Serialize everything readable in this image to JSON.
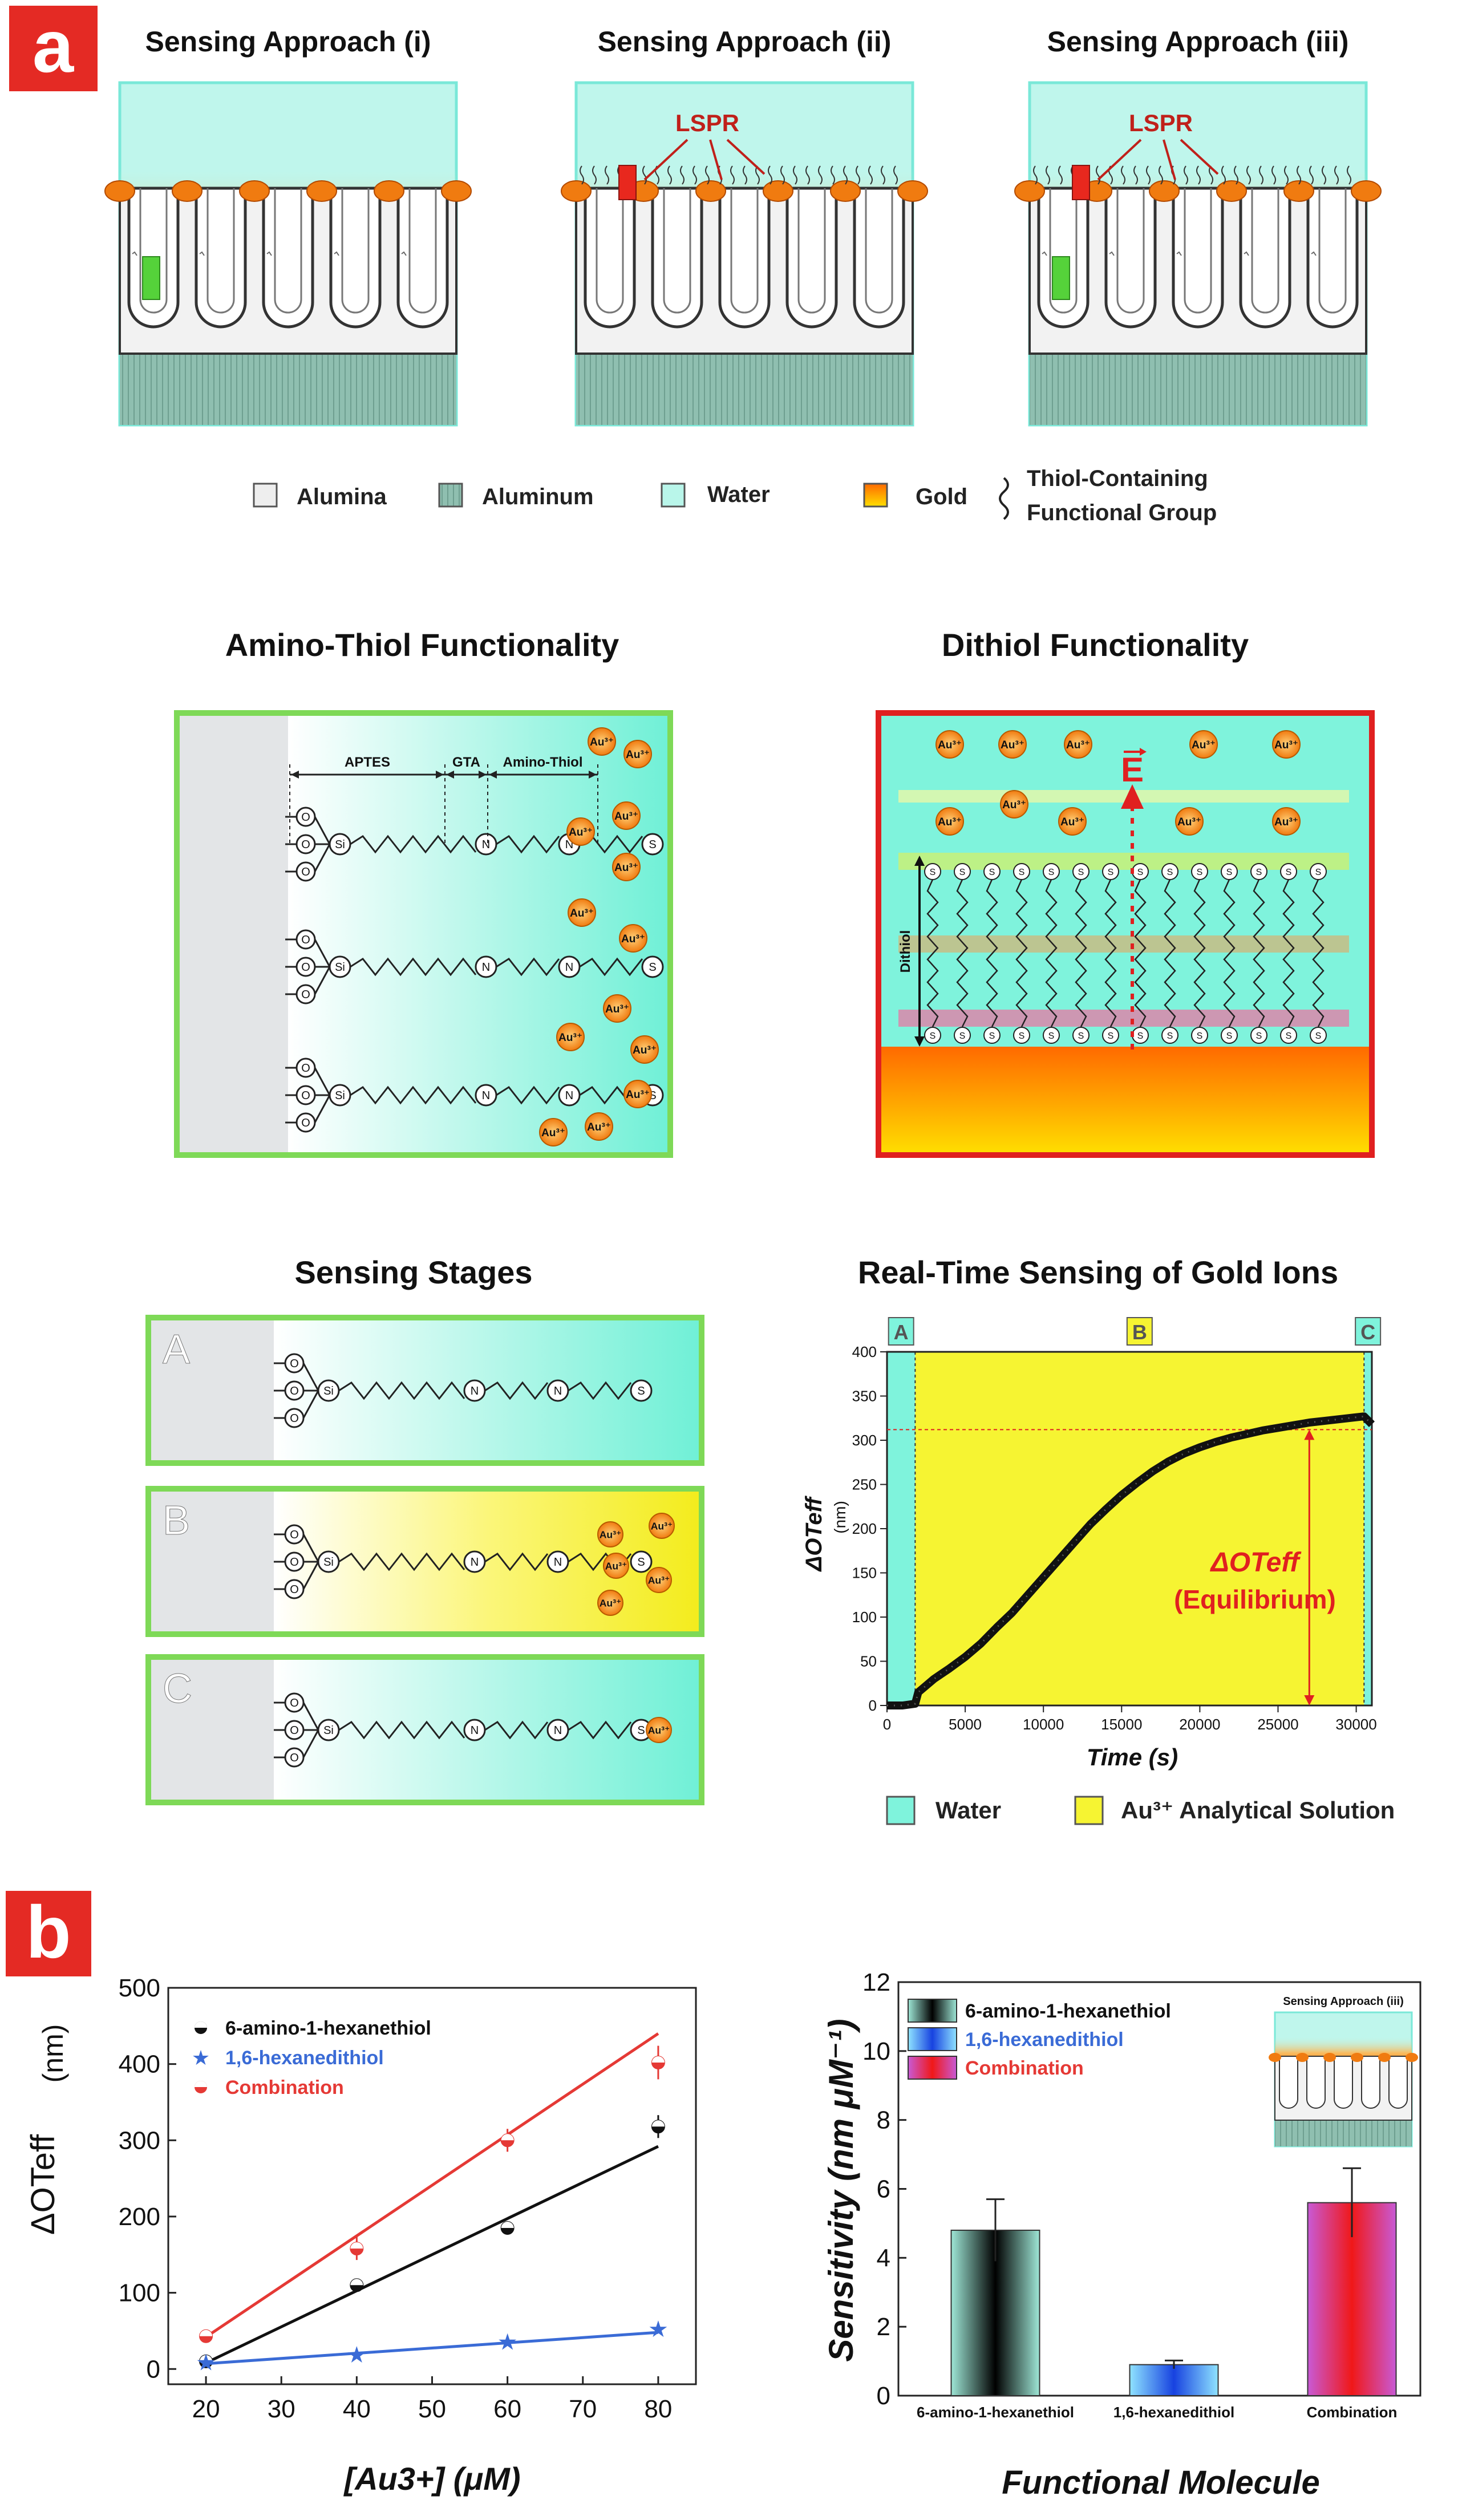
{
  "panel_a": {
    "badge": "a",
    "approach_titles": [
      "Sensing Approach (i)",
      "Sensing Approach (ii)",
      "Sensing Approach (iii)"
    ],
    "lspr_label": "LSPR",
    "legend": {
      "alumina": "Alumina",
      "aluminum": "Aluminum",
      "water": "Water",
      "gold": "Gold",
      "thiol_line1": "Thiol-Containing",
      "thiol_line2": "Functional Group"
    },
    "amino_thiol": {
      "title": "Amino-Thiol Functionality",
      "dim_aptes": "APTES",
      "dim_gta": "GTA",
      "dim_amino": "Amino-Thiol",
      "o": "O",
      "si": "Si",
      "n": "N",
      "s": "S",
      "ion": "Au³⁺"
    },
    "dithiol": {
      "title": "Dithiol Functionality",
      "field": "E",
      "side_label": "Dithiol",
      "ion": "Au³⁺",
      "s": "S"
    },
    "stages": {
      "title": "Sensing Stages",
      "labels": [
        "A",
        "B",
        "C"
      ],
      "ion": "Au³⁺"
    },
    "realtime": {
      "title": "Real-Time Sensing of Gold Ions",
      "stage_tags": [
        "A",
        "B",
        "C"
      ],
      "annot_line1": "ΔOTeff",
      "annot_line2": "(Equilibrium)",
      "legend_water": "Water",
      "legend_au": "Au³⁺ Analytical Solution"
    }
  },
  "panel_b": {
    "badge": "b",
    "approach_label": "Sensing Approach (iii)"
  },
  "colors": {
    "badge_red": "#e42a24",
    "water": "#7ff3dc",
    "green_frame": "#7ed957",
    "red_frame": "#e02020",
    "gold": "#f08a1a",
    "yellow": "#f6f432",
    "series_black": "#111111",
    "series_blue": "#3a6bd6",
    "series_red": "#e53935"
  },
  "chart_data": [
    {
      "type": "line",
      "title": "Real-Time Sensing of Gold Ions",
      "xlabel": "Time (s)",
      "ylabel": "ΔOTeff (nm)",
      "xlim": [
        0,
        31000
      ],
      "ylim": [
        0,
        400
      ],
      "xticks": [
        0,
        5000,
        10000,
        15000,
        20000,
        25000,
        30000
      ],
      "yticks": [
        0,
        50,
        100,
        150,
        200,
        250,
        300,
        350,
        400
      ],
      "equilibrium_value": 312,
      "stage_boundaries": [
        1800,
        30500
      ],
      "series": [
        {
          "x": [
            0,
            1000,
            1800,
            2000,
            3000,
            4000,
            5000,
            6000,
            7000,
            8000,
            9000,
            10000,
            11000,
            12000,
            13000,
            14000,
            15000,
            16000,
            17000,
            18000,
            19000,
            20000,
            21000,
            22000,
            23000,
            24000,
            25000,
            26000,
            27000,
            28000,
            29000,
            30000,
            30500,
            31000
          ],
          "y": [
            0,
            0,
            2,
            15,
            30,
            42,
            55,
            70,
            88,
            105,
            125,
            145,
            165,
            185,
            205,
            222,
            238,
            252,
            265,
            276,
            285,
            292,
            298,
            303,
            307,
            311,
            314,
            317,
            320,
            322,
            324,
            326,
            327,
            318
          ]
        }
      ]
    },
    {
      "type": "scatter",
      "xlabel": "[Au3+] (μM)",
      "ylabel": "ΔOTeff (nm)",
      "xlim": [
        15,
        85
      ],
      "ylim": [
        -20,
        500
      ],
      "xticks": [
        20,
        30,
        40,
        50,
        60,
        70,
        80
      ],
      "yticks": [
        0,
        100,
        200,
        300,
        400,
        500
      ],
      "legend_position": "top-left",
      "series": [
        {
          "name": "6-amino-1-hexanethiol",
          "x": [
            20,
            40,
            60,
            80
          ],
          "y": [
            10,
            110,
            185,
            318
          ],
          "err": [
            4,
            8,
            6,
            15
          ],
          "fit": [
            [
              20,
              8
            ],
            [
              80,
              292
            ]
          ]
        },
        {
          "name": "1,6-hexanedithiol",
          "x": [
            20,
            40,
            60,
            80
          ],
          "y": [
            8,
            18,
            35,
            52
          ],
          "err": [
            2,
            3,
            3,
            4
          ],
          "fit": [
            [
              20,
              7
            ],
            [
              80,
              48
            ]
          ]
        },
        {
          "name": "Combination",
          "x": [
            20,
            40,
            60,
            80
          ],
          "y": [
            43,
            158,
            300,
            402
          ],
          "err": [
            5,
            15,
            15,
            22
          ],
          "fit": [
            [
              20,
              42
            ],
            [
              80,
              440
            ]
          ]
        }
      ]
    },
    {
      "type": "bar",
      "xlabel": "Functional Molecule",
      "ylabel": "Sensitivity (nm μM⁻¹)",
      "ylim": [
        0,
        12
      ],
      "yticks": [
        0,
        2,
        4,
        6,
        8,
        10,
        12
      ],
      "legend_position": "top-left",
      "categories": [
        "6-amino-1-hexanethiol",
        "1,6-hexanedithiol",
        "Combination"
      ],
      "values": [
        4.8,
        0.9,
        5.6
      ],
      "errors": [
        0.9,
        0.12,
        1.0
      ]
    }
  ]
}
